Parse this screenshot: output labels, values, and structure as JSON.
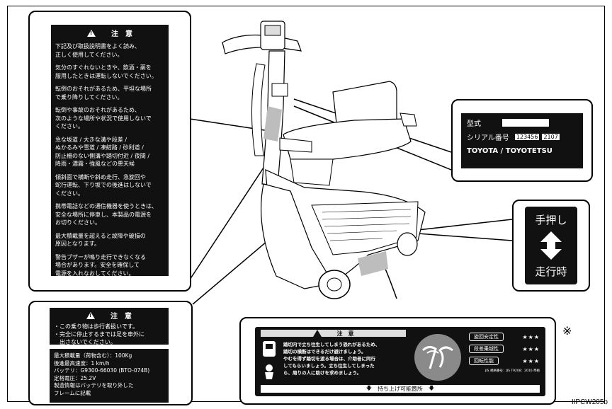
{
  "figure_id": "IIPCW205b",
  "asterisk": "※",
  "warning_label_1": {
    "title": "注　意",
    "paragraphs": [
      "下記及び取扱説明書をよく読み、\n正しく使用してください。",
      "気分のすぐれないときや、飲酒・薬を\n服用したときは運転しないでください。",
      "転倒のおそれがあるため、平坦な場所\nで乗り降りしてください。",
      "転倒や事故のおそれがあるため、\n次のような場所や状況で使用しないで\nください。",
      "急な坂道 / 大きな溝や段差 /\nぬかるみや雪道 / 凍結路 / 砂利道 /\n防止柵のない側溝や踏切付近 / 夜間 /\n降雨・濃霧・強風などの悪天候",
      "傾斜面で横断や斜め走行、急旋回や\n蛇行運転、下り坂での後進はしないで\nください。",
      "携帯電話などの通信機器を使うときは、\n安全な場所に停車し、本製品の電源を\nお切りください。",
      "最大積載量を超えると故障や破損の\n原因となります。",
      "警告ブザーが鳴り走行できなくなる\n場合があります。安全を確保して\n電源を入れなおしてください。"
    ]
  },
  "warning_label_2": {
    "title": "注　意",
    "items": "・この乗り物は歩行者扱いです。\n・完全に停止するまでは足を車外に\n　出さないでください。"
  },
  "spec_label": {
    "text": "最大積載量（荷物含む）：100Kg\n後進最高速度：1 km/h\nバッテリ：G9300-66030 (BTO-074B)\n定格電圧：25.2V\n製造情報はバッテリを取り外した\nフレームに記載"
  },
  "model_label": {
    "model_key": "型式",
    "serial_key": "シリアル番号",
    "serial_1": "123456",
    "serial_2": "2107",
    "maker": "TOYOTA / TOYOTETSU"
  },
  "push_label": {
    "top": "手押し",
    "bottom": "走行時"
  },
  "bottom_label": {
    "title": "注　意",
    "text": "踏切内で立ち往生してしまう恐れがあるため、\n踏切の横断はできるだけ避けましょう。\nやむを得ず踏切を渡る場合は、介助者に同行\nしてもらいましょう。立ち往生してしまった\nら、周りの人に助けを求めましょう。",
    "ratings": [
      {
        "name": "旋回安定性",
        "stars": "★★★"
      },
      {
        "name": "段差乗越性",
        "stars": "★★★"
      },
      {
        "name": "回転性能",
        "stars": "★★★"
      }
    ],
    "cert": "JIS 規格番号：JIS T9208：2016 準拠",
    "footer": "持ち上げ可能箇所"
  },
  "colors": {
    "label_black": "#111111",
    "scooter_gray": "#bdbdbd"
  }
}
